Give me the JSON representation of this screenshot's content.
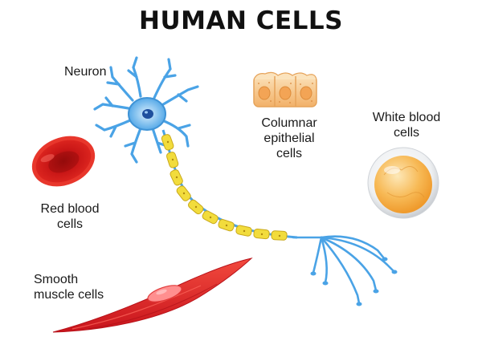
{
  "title": "HUMAN CELLS",
  "labels": {
    "neuron": "Neuron",
    "columnar": [
      "Columnar",
      "epithelial",
      "cells"
    ],
    "white_blood": [
      "White blood",
      "cells"
    ],
    "red_blood": [
      "Red blood",
      "cells"
    ],
    "smooth_muscle": [
      "Smooth",
      "muscle cells"
    ]
  },
  "colors": {
    "neuron": "#4aa3e6",
    "axon_sheath": "#f2dc3c",
    "red_blood": "#d41a1a",
    "muscle": "#e21e25",
    "epithelial": "#f7c78a",
    "white_blood": "#f4a23a"
  }
}
